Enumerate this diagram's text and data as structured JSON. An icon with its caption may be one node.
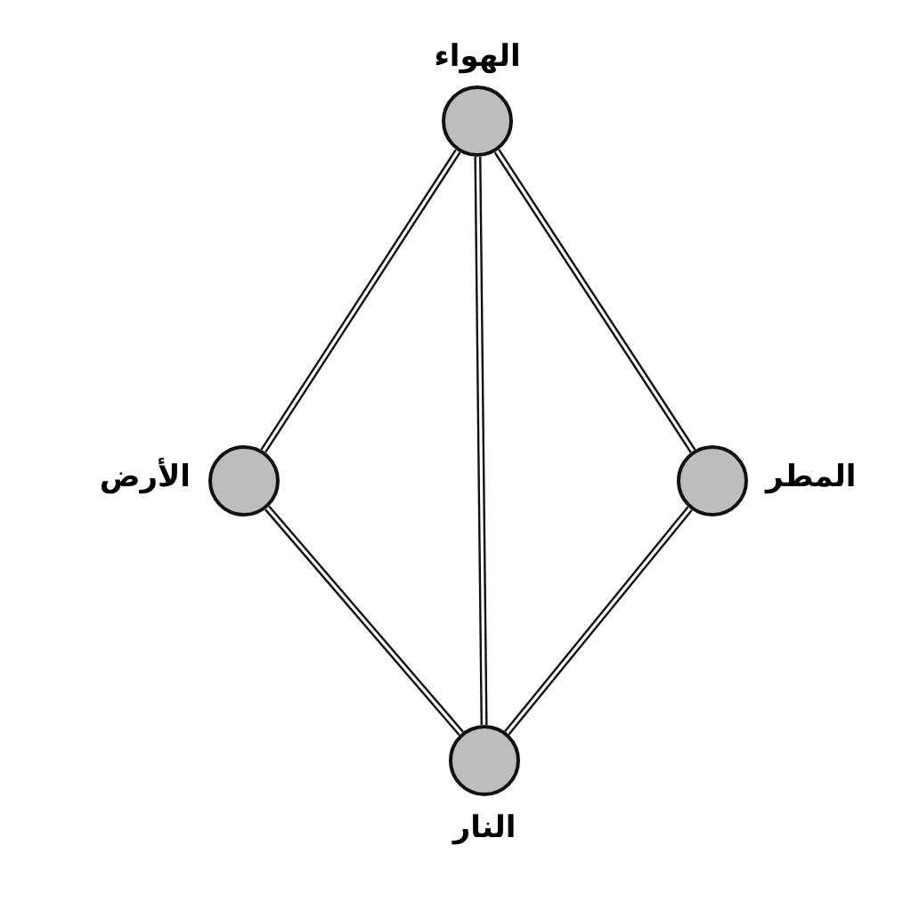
{
  "diagram": {
    "nodes": [
      {
        "text": [
          "الهواء"
        ]
      },
      {
        "text": [
          "الأرض"
        ]
      },
      {
        "text": [
          "المطر"
        ]
      },
      {
        "text": [
          "النار"
        ]
      }
    ],
    "edges": [
      {
        "from": 0,
        "to": 1,
        "arrow": "none"
      },
      {
        "from": 0,
        "to": 3,
        "arrow": "none"
      },
      {
        "from": 0,
        "to": 2,
        "arrow": "none"
      },
      {
        "from": 1,
        "to": 3,
        "arrow": "none"
      },
      {
        "from": 2,
        "to": 3,
        "arrow": "none"
      }
    ]
  }
}
